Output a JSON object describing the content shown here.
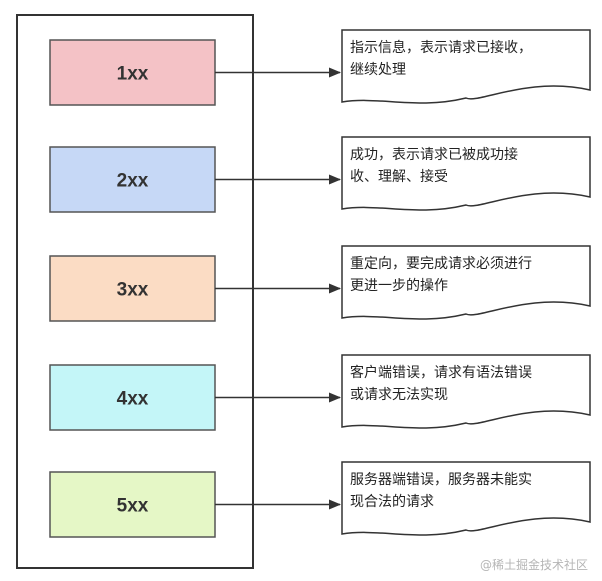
{
  "title": "",
  "items": [
    {
      "code": "1xx",
      "color": "#f4c2c6",
      "desc": [
        "指示信息，表示请求已接收，",
        "继续处理"
      ]
    },
    {
      "code": "2xx",
      "color": "#c6d8f6",
      "desc": [
        "成功，表示请求已被成功接",
        "收、理解、接受"
      ]
    },
    {
      "code": "3xx",
      "color": "#fbdcc4",
      "desc": [
        "重定向，要完成请求必须进行",
        "更进一步的操作"
      ]
    },
    {
      "code": "4xx",
      "color": "#c4f6f8",
      "desc": [
        "客户端错误，请求有语法错误",
        "或请求无法实现"
      ]
    },
    {
      "code": "5xx",
      "color": "#e5f7c6",
      "desc": [
        "服务器端错误，服务器未能实",
        "现合法的请求"
      ]
    }
  ],
  "watermark": "@稀土掘金技术社区",
  "colors": {
    "outline": "#333333",
    "box_border": "#555555"
  },
  "icons": {
    "arrow": "arrow-right-icon",
    "document_shape": "document-shape"
  }
}
